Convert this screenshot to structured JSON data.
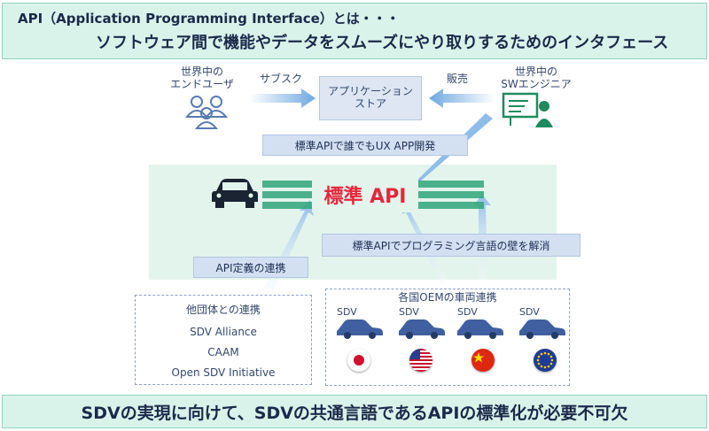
{
  "header": {
    "line1": "API（Application Programming Interface）とは・・・",
    "line2": "ソフトウェア間で機能やデータをスムーズにやり取りするためのインタフェース"
  },
  "users": {
    "label_line1": "世界中の",
    "label_line2": "エンドユーザ",
    "icon": "users-icon"
  },
  "engineers": {
    "label_line1": "世界中の",
    "label_line2": "SWエンジニア",
    "icon": "engineer-at-whiteboard-icon"
  },
  "arrows": {
    "subscribe": "サブスク",
    "sell": "販売"
  },
  "store": {
    "line1": "アプリケーション",
    "line2": "ストア"
  },
  "api": {
    "ux_label": "標準APIで誰でもUX APP開発",
    "core_label": "標準 API",
    "language_label": "標準APIでプログラミング言語の壁を解消",
    "definition_label": "API定義の連携"
  },
  "colors": {
    "banner": "#d9f3ea",
    "accent_red": "#e8253b",
    "api_green": "#2fa57a",
    "arrow_blue": "#7fb3e6"
  },
  "other_groups": {
    "title": "他団体との連携",
    "items": [
      "SDV Alliance",
      "CAAM",
      "Open SDV Initiative"
    ]
  },
  "oem": {
    "title": "各国OEMの車両連携",
    "cars": [
      {
        "label": "SDV",
        "flag": "japan"
      },
      {
        "label": "SDV",
        "flag": "usa"
      },
      {
        "label": "SDV",
        "flag": "china"
      },
      {
        "label": "SDV",
        "flag": "eu"
      }
    ]
  },
  "footer": {
    "text": "SDVの実現に向けて、SDVの共通言語であるAPIの標準化が必要不可欠"
  }
}
